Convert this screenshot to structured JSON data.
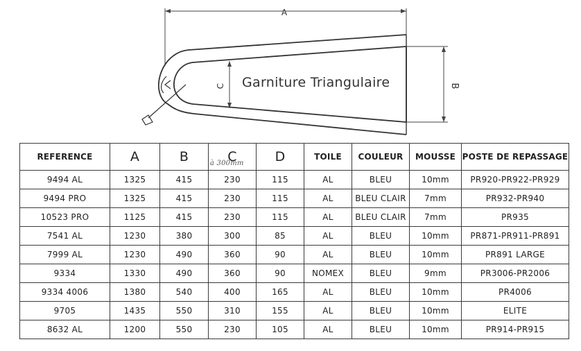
{
  "drawing": {
    "title": "Garniture Triangulaire",
    "dim_a": "A",
    "dim_b": "B",
    "dim_c": "C"
  },
  "table": {
    "headers": [
      "REFERENCE",
      "A",
      "B",
      "C",
      "D",
      "TOILE",
      "COULEUR",
      "MOUSSE",
      "POSTE DE REPASSAGE"
    ],
    "c_note": "à 300mm",
    "rows": [
      [
        "9494 AL",
        "1325",
        "415",
        "230",
        "115",
        "AL",
        "BLEU",
        "10mm",
        "PR920-PR922-PR929"
      ],
      [
        "9494 PRO",
        "1325",
        "415",
        "230",
        "115",
        "AL",
        "BLEU CLAIR",
        "7mm",
        "PR932-PR940"
      ],
      [
        "10523 PRO",
        "1125",
        "415",
        "230",
        "115",
        "AL",
        "BLEU CLAIR",
        "7mm",
        "PR935"
      ],
      [
        "7541 AL",
        "1230",
        "380",
        "300",
        "85",
        "AL",
        "BLEU",
        "10mm",
        "PR871-PR911-PR891"
      ],
      [
        "7999 AL",
        "1230",
        "490",
        "360",
        "90",
        "AL",
        "BLEU",
        "10mm",
        "PR891 LARGE"
      ],
      [
        "9334",
        "1330",
        "490",
        "360",
        "90",
        "NOMEX",
        "BLEU",
        "9mm",
        "PR3006-PR2006"
      ],
      [
        "9334 4006",
        "1380",
        "540",
        "400",
        "165",
        "AL",
        "BLEU",
        "10mm",
        "PR4006"
      ],
      [
        "9705",
        "1435",
        "550",
        "310",
        "155",
        "AL",
        "BLEU",
        "10mm",
        "ELITE"
      ],
      [
        "8632 AL",
        "1200",
        "550",
        "230",
        "105",
        "AL",
        "BLEU",
        "10mm",
        "PR914-PR915"
      ]
    ]
  }
}
